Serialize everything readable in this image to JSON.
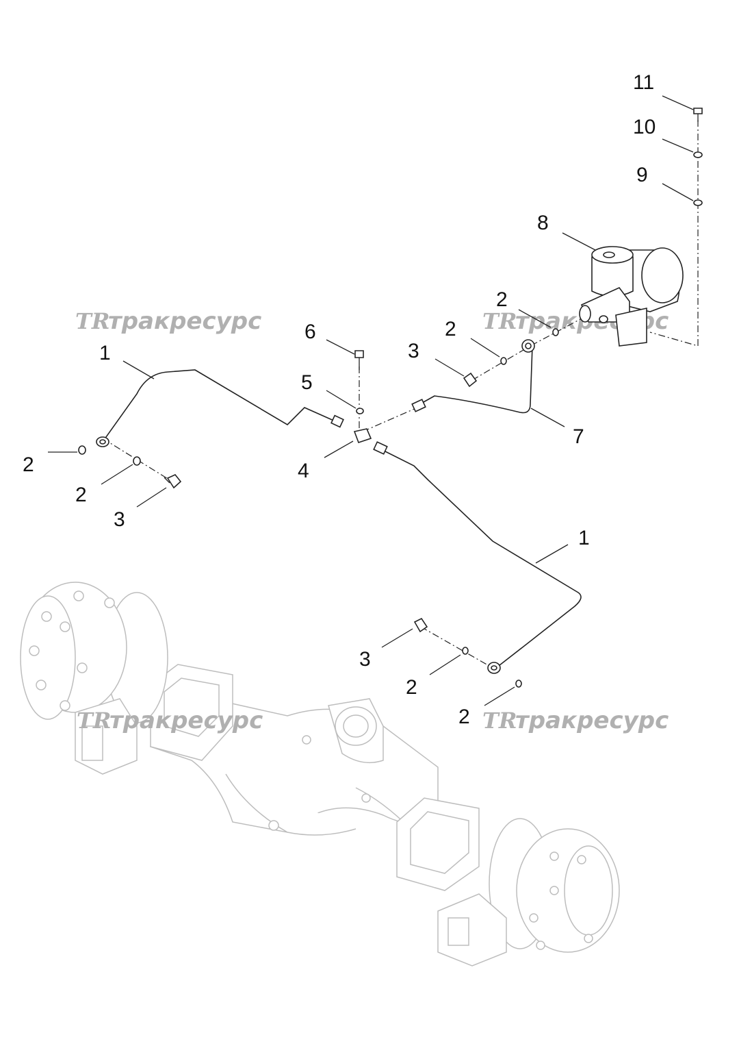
{
  "watermark": {
    "logo": "TR",
    "text": "тракресурс"
  },
  "callouts": {
    "c11": "11",
    "c10": "10",
    "c9": "9",
    "c8": "8",
    "c2_upper_right": "2",
    "c2_mid_right": "2",
    "c3_mid_right": "3",
    "c6": "6",
    "c5": "5",
    "c4": "4",
    "c7": "7",
    "c1_left": "1",
    "c2_left_a": "2",
    "c2_left_b": "2",
    "c3_left": "3",
    "c1_right": "1",
    "c3_lower": "3",
    "c2_lower_a": "2",
    "c2_lower_b": "2"
  }
}
